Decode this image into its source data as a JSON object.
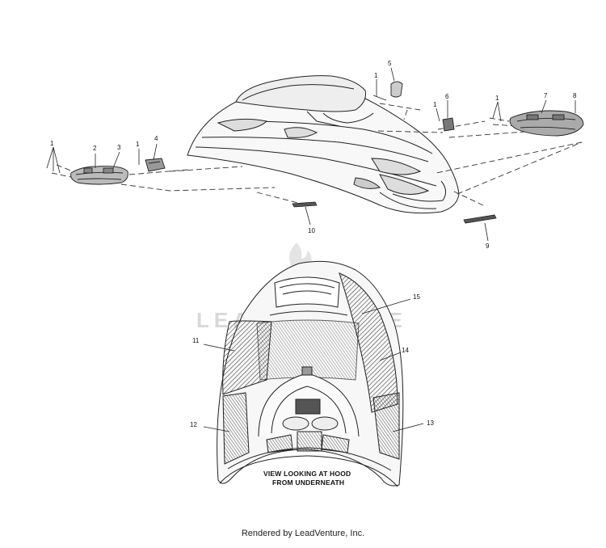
{
  "diagram": {
    "callouts": [
      "1",
      "2",
      "3",
      "4",
      "5",
      "6",
      "7",
      "8",
      "9",
      "10",
      "11",
      "12",
      "13",
      "14",
      "15"
    ],
    "caption_line1": "VIEW LOOKING AT HOOD",
    "caption_line2": "FROM UNDERNEATH",
    "watermark": "LEADVENTURE"
  },
  "footer": {
    "text": "Rendered by LeadVenture, Inc."
  }
}
